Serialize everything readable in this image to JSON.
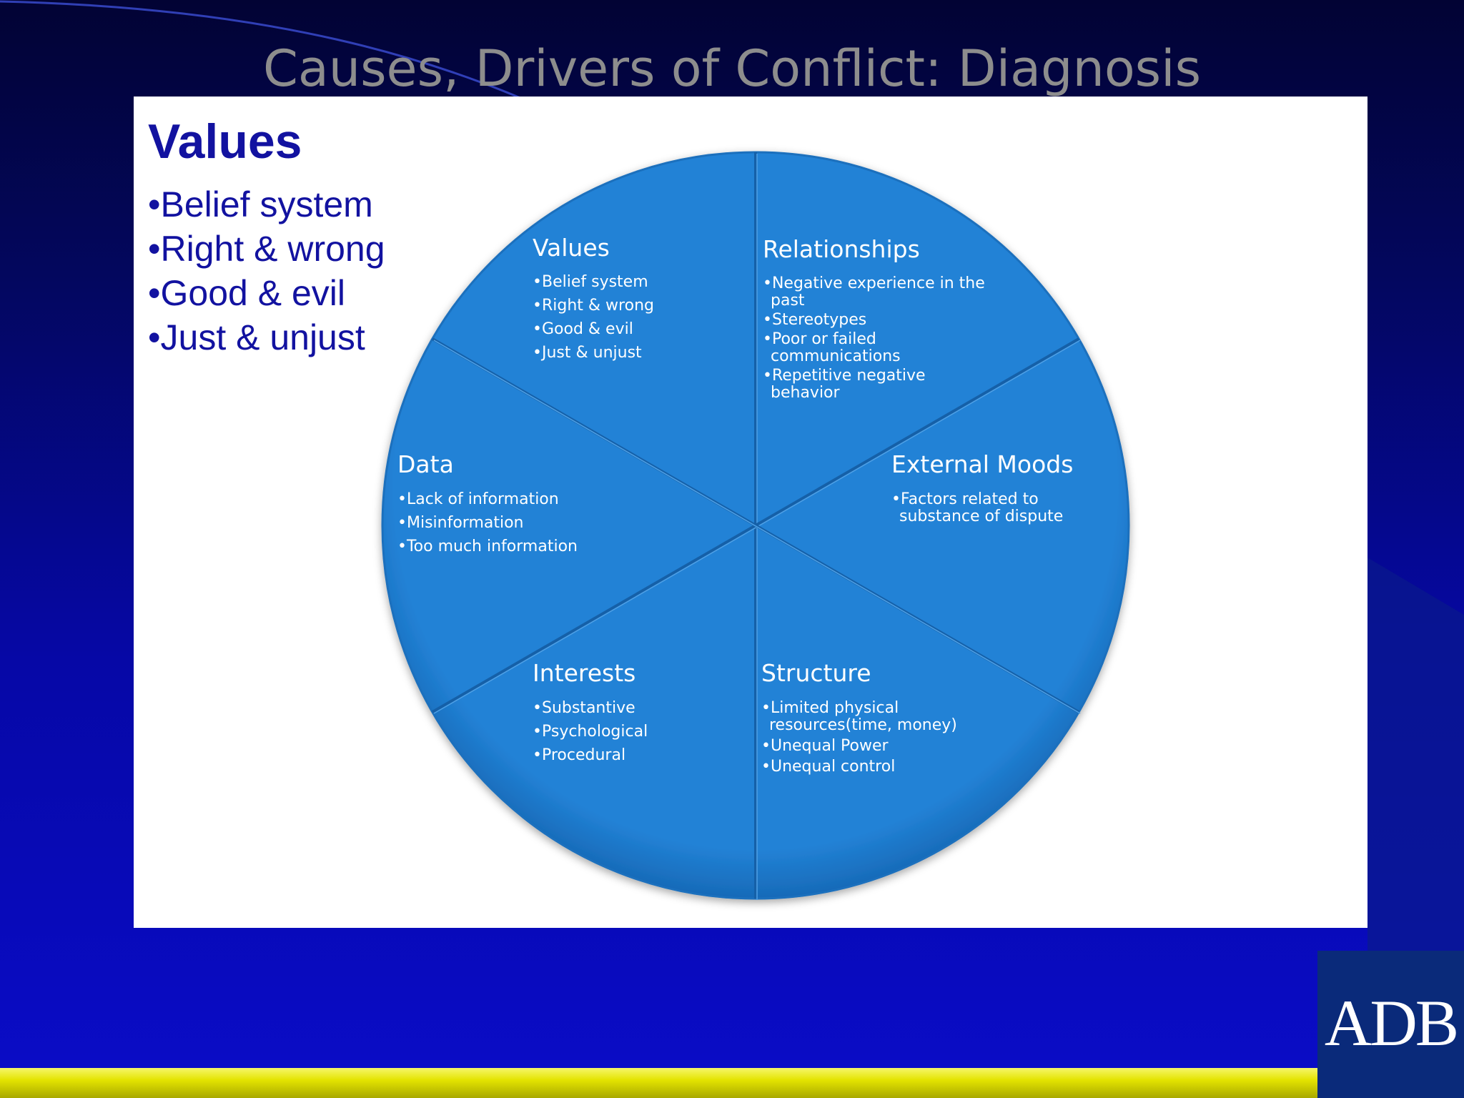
{
  "slide": {
    "title": "Causes, Drivers of Conflict: Diagnosis",
    "background_color": "#0608a6",
    "footer_bar_color": "#e4e400"
  },
  "panel": {
    "heading": "Values",
    "items": [
      "•Belief system",
      "•Right & wrong",
      "•Good & evil",
      "•Just & unjust"
    ],
    "text_color": "#1212a0"
  },
  "wheel": {
    "fill_color": "#2282d6",
    "segments": [
      {
        "title": "Relationships",
        "items": [
          [
            "•Negative experience in the",
            "past"
          ],
          [
            "•Stereotypes"
          ],
          [
            "•Poor or failed",
            "communications"
          ],
          [
            "•Repetitive negative",
            "behavior"
          ]
        ]
      },
      {
        "title": "External Moods",
        "items": [
          [
            "•Factors related to",
            "substance of dispute"
          ]
        ]
      },
      {
        "title": "Structure",
        "items": [
          [
            "•Limited physical",
            "resources(time, money)"
          ],
          [
            "•Unequal Power"
          ],
          [
            "•Unequal control"
          ]
        ]
      },
      {
        "title": "Interests",
        "items": [
          [
            "•Substantive"
          ],
          [
            "•Psychological"
          ],
          [
            "•Procedural"
          ]
        ]
      },
      {
        "title": "Data",
        "items": [
          [
            "•Lack of information"
          ],
          [
            "•Misinformation"
          ],
          [
            "•Too much information"
          ]
        ]
      },
      {
        "title": "Values",
        "items": [
          [
            "•Belief system"
          ],
          [
            "•Right & wrong"
          ],
          [
            "•Good & evil"
          ],
          [
            "•Just & unjust"
          ]
        ]
      }
    ]
  },
  "logo": {
    "text": "ADB",
    "background_color": "#0a2a7a"
  }
}
